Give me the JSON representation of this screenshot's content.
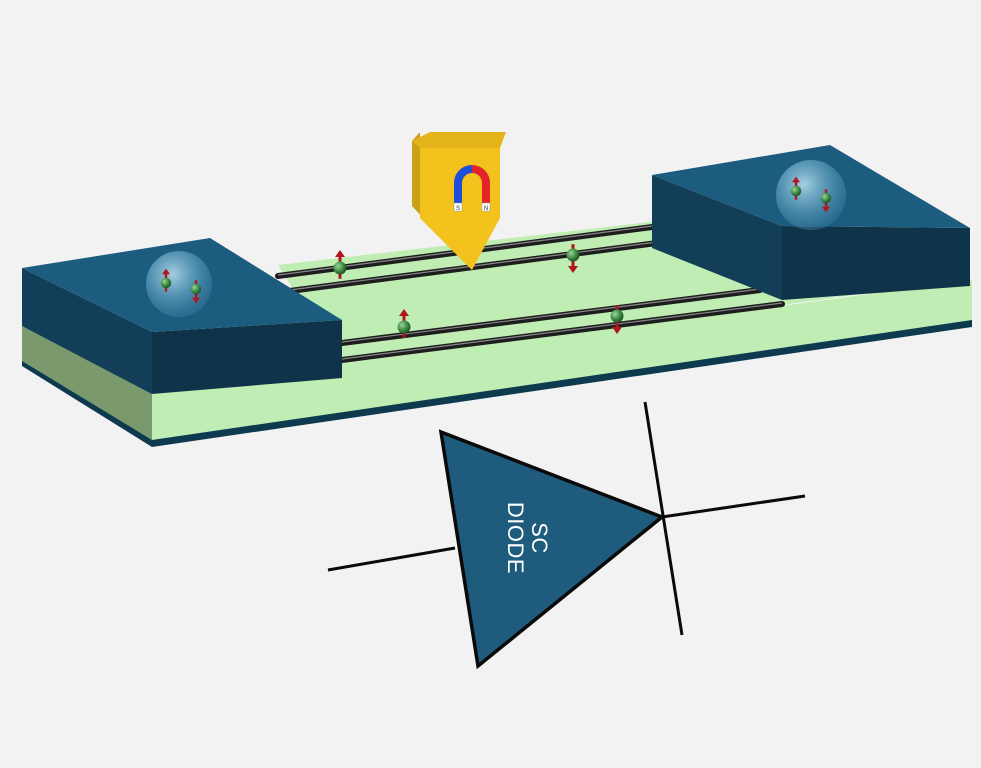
{
  "diode_symbol": {
    "label_line1": "SC",
    "label_line2": "DIODE"
  },
  "magnet": {
    "pole_south": "S",
    "pole_north": "N"
  },
  "colors": {
    "background": "#f2f2f2",
    "electrode_top": "#1c5c7e",
    "electrode_front": "#123f57",
    "electrode_side": "#0f3449",
    "substrate_top": "#bfedb3",
    "substrate_front": "#a9dca0",
    "substrate_side": "#7a9a6e",
    "substrate_base": "#0e3a4f",
    "magnet_yellow": "#f3c21c",
    "magnet_dark_yellow": "#caa116",
    "wire": "#1d1d1d",
    "spin_sphere": "#3f8f45",
    "spin_arrow": "#b0161b",
    "diode_fill": "#1e5b7d",
    "diode_stroke": "#0a0a0a"
  }
}
